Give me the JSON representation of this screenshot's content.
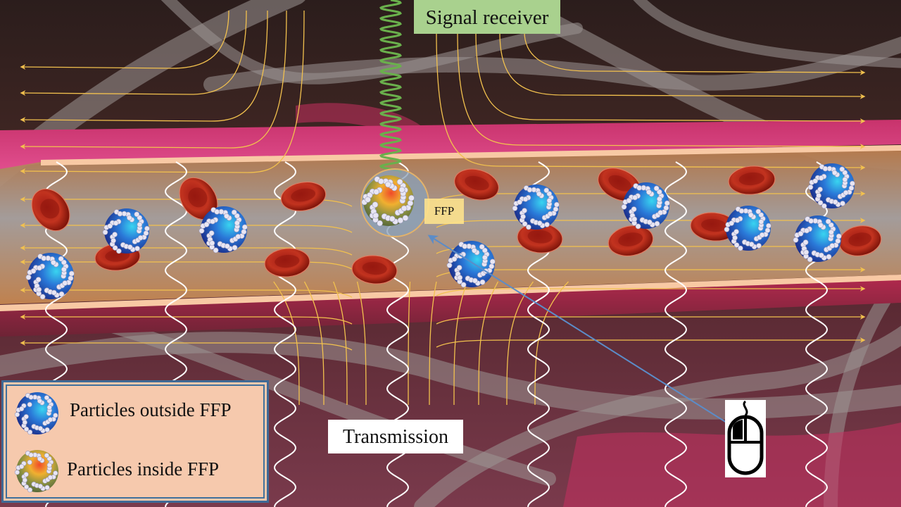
{
  "labels": {
    "receiver": "Signal receiver",
    "transmission": "Transmission",
    "ffp": "FFP"
  },
  "legend": {
    "items": [
      {
        "label": "Particles outside FFP",
        "icon": "blue-particle-icon"
      },
      {
        "label": "Particles inside FFP",
        "icon": "warm-particle-icon"
      }
    ]
  },
  "icons": {
    "mouse": "computer-mouse-icon"
  },
  "colors": {
    "receiver_bg": "#a9d18e",
    "field_lines": "#f2c14e",
    "signal_wave": "#6ab04c",
    "transmit_wave": "#ffffff",
    "vessel_interior": "#c28a5c",
    "vessel_wall": "#f8c9a4",
    "tissue": "#d9407a",
    "rbc": "#b3261e",
    "particle_blue": "#2a5bd7",
    "pointer_line": "#5b8cc8",
    "legend_bg": "#f6c9ad",
    "legend_border": "#3f6a96"
  }
}
